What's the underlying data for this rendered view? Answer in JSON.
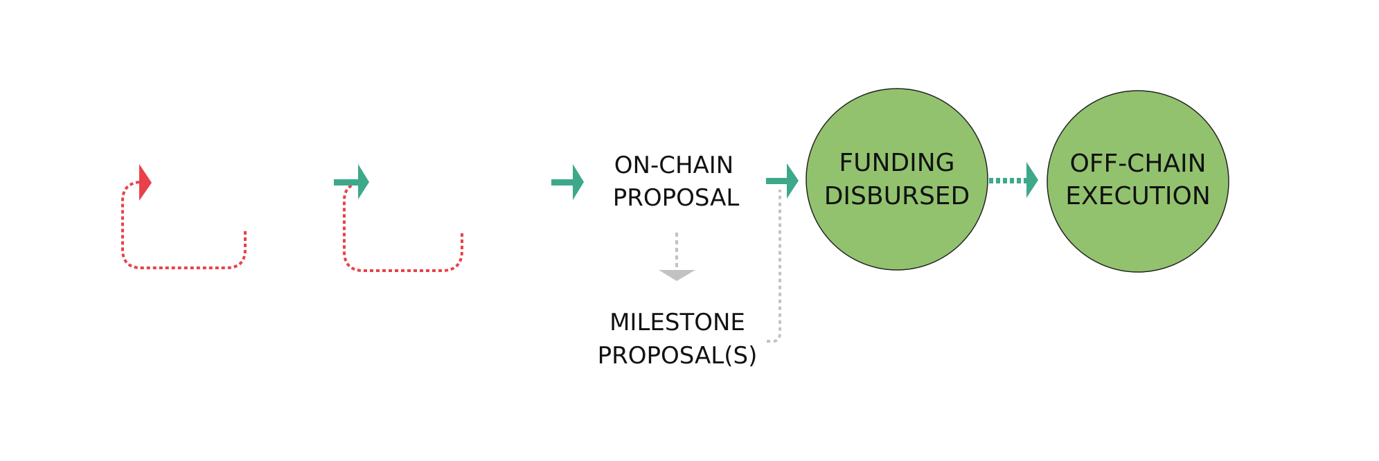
{
  "diagram": {
    "nodes": {
      "on_chain_proposal": {
        "line1": "ON-CHAIN",
        "line2": "PROPOSAL"
      },
      "milestone_proposals": {
        "line1": "MILESTONE",
        "line2": "PROPOSAL(S)"
      },
      "funding_disbursed": {
        "line1": "FUNDING",
        "line2": "DISBURSED"
      },
      "off_chain_execution": {
        "line1": "OFF-CHAIN",
        "line2": "EXECUTION"
      }
    },
    "colors": {
      "loop_arrow": "#e8414a",
      "flow_arrow": "#3ea88a",
      "optional_arrow": "#c2c2c2",
      "circle_fill": "#92c26e",
      "circle_stroke": "#222222",
      "text": "#111111"
    }
  }
}
